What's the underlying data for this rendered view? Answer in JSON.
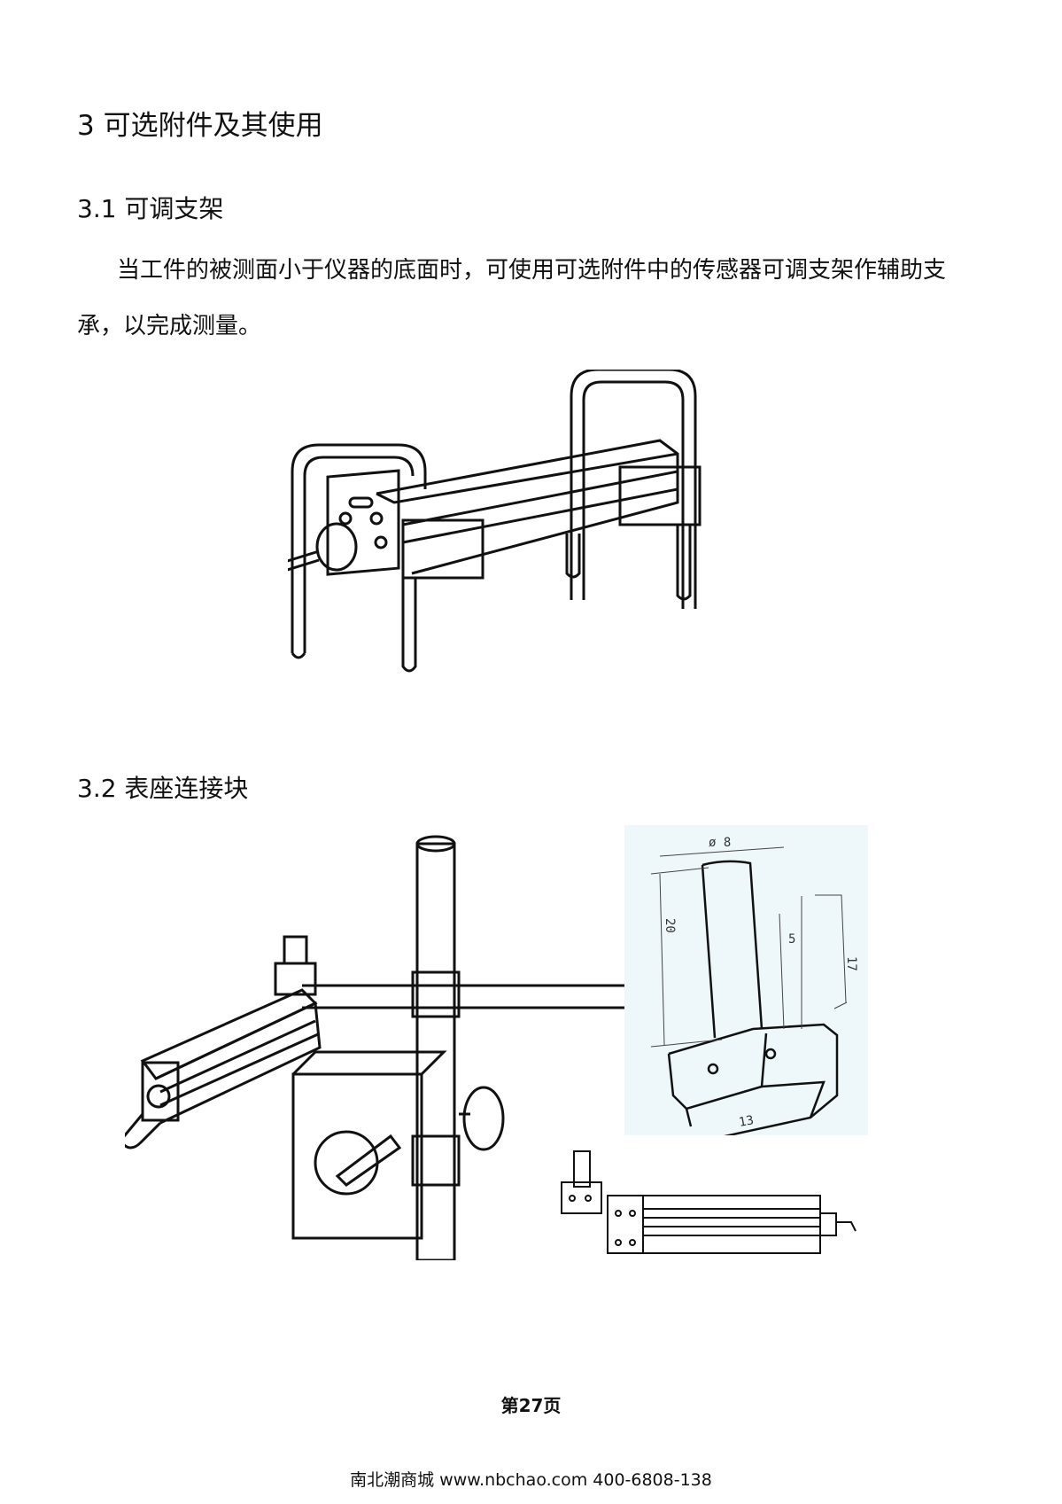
{
  "heading": "3  可选附件及其使用",
  "sections": [
    {
      "title": "3.1  可调支架",
      "paragraph": "当工件的被测面小于仪器的底面时，可使用可选附件中的传感器可调支架作辅助支承，以完成测量。"
    },
    {
      "title": "3.2  表座连接块"
    }
  ],
  "dimension_labels": {
    "diameter": "ø 8",
    "height": "20",
    "side": "17",
    "width": "13",
    "small": "5"
  },
  "page_number": "第27页",
  "footer": "南北潮商城  www.nbchao.com  400-6808-138"
}
